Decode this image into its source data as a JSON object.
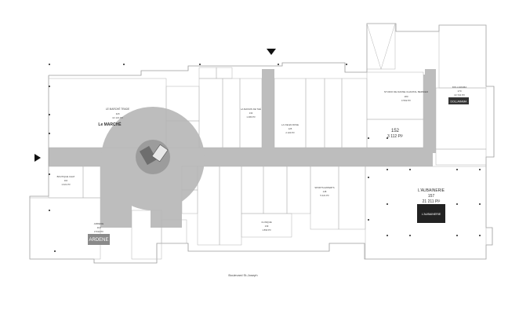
{
  "street_label": "Boulevard St-Joseph",
  "stores": {
    "marche": {
      "name": "LE MARCHÉ TRADE",
      "logo": "Le MARCHÉ",
      "number": "118",
      "area": "14 121 PI²"
    },
    "ardene": {
      "name": "ARDENE",
      "number": "119",
      "area": "3 532 PI²",
      "logo": "ARDENE"
    },
    "studio": {
      "name": "STUDIO DE DANSE CHANTAL BERNIER",
      "number": "183",
      "area": "4 562 PI²"
    },
    "unit152": {
      "number": "152",
      "area": "3 112 PI²"
    },
    "dollarama": {
      "name": "DOLLARAMA",
      "number": "170",
      "area": "10 722 PI²",
      "logo": "DOLLARAMA"
    },
    "aubainerie": {
      "name": "L'AUBAINERIE",
      "number": "157",
      "area": "21 211 PI²",
      "logo": "L'AUBAINERIE"
    },
    "boutique_chat": {
      "name": "BOUTIQUE CHAT",
      "number": "110",
      "area": "1 021 PI²"
    },
    "la_vie_en_rose": {
      "name": "LA VIE EN ROSE",
      "number": "125",
      "area": "2 100 PI²"
    },
    "sports_experts": {
      "name": "SPORTS EXPERTS",
      "number": "148",
      "area": "5 221 PI²"
    },
    "la_maison_simons": {
      "name": "LA MAISON DE THÉ",
      "number": "132",
      "area": "1 480 PI²"
    },
    "dentiste": {
      "name": "CLINIQUE",
      "number": "139",
      "area": "1 890 PI²"
    }
  }
}
